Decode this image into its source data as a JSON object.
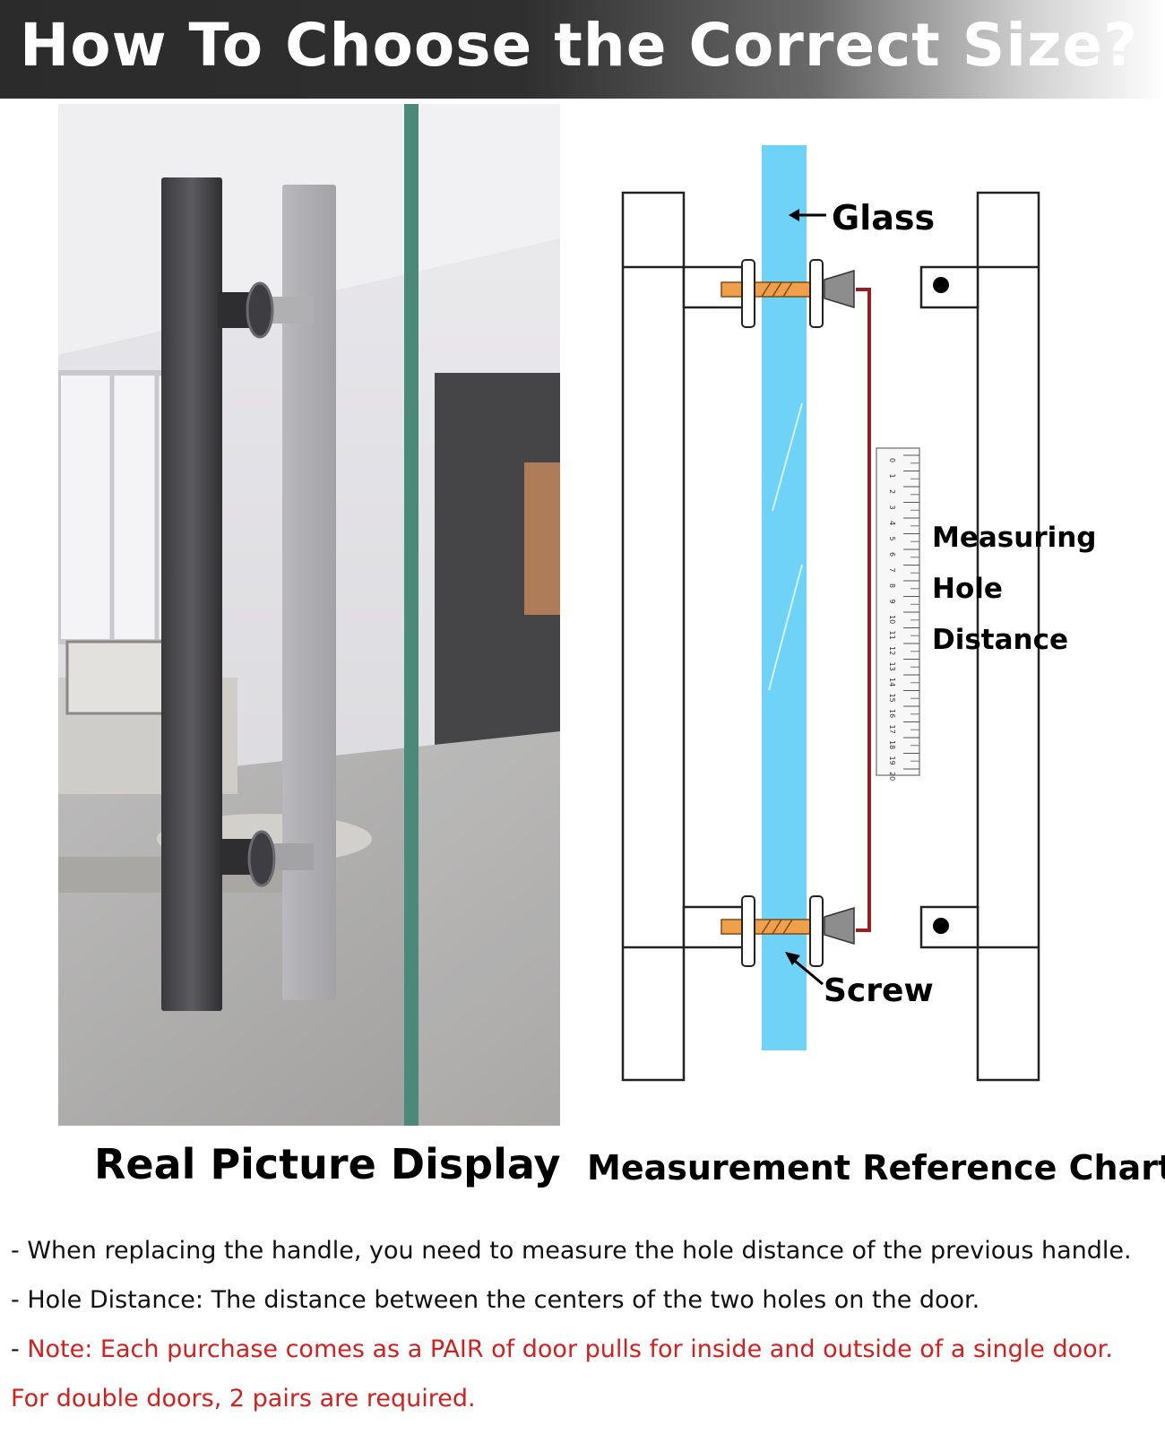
{
  "header": {
    "title": "How To Choose the Correct Size?"
  },
  "left_panel": {
    "caption": "Real Picture Display"
  },
  "right_panel": {
    "caption": "Measurement Reference Chart",
    "labels": {
      "glass": "Glass",
      "screw": "Screw",
      "measuring": "Measuring",
      "hole": "Hole",
      "distance": "Distance"
    },
    "ruler_ticks": [
      "0",
      "1",
      "2",
      "3",
      "4",
      "5",
      "6",
      "7",
      "8",
      "9",
      "10",
      "11",
      "12",
      "13",
      "14",
      "15",
      "16",
      "17",
      "18",
      "19",
      "20"
    ]
  },
  "notes": {
    "line1": "- When replacing the handle, you need to measure the hole distance of the previous handle.",
    "line2": "- Hole Distance: The distance between the centers of the two holes on the door.",
    "line3_prefix": "- ",
    "line3_red": "Note: Each purchase comes as a PAIR of door pulls for inside and outside of a single door.",
    "line4_red": "For double doors, 2 pairs are required."
  },
  "colors": {
    "glass_blue": "#6fd2f7",
    "measure_line": "#9a1e1e",
    "screw_orange": "#f0a04a",
    "note_red": "#d41f1f",
    "banner_dark": "#2b2b2b"
  }
}
